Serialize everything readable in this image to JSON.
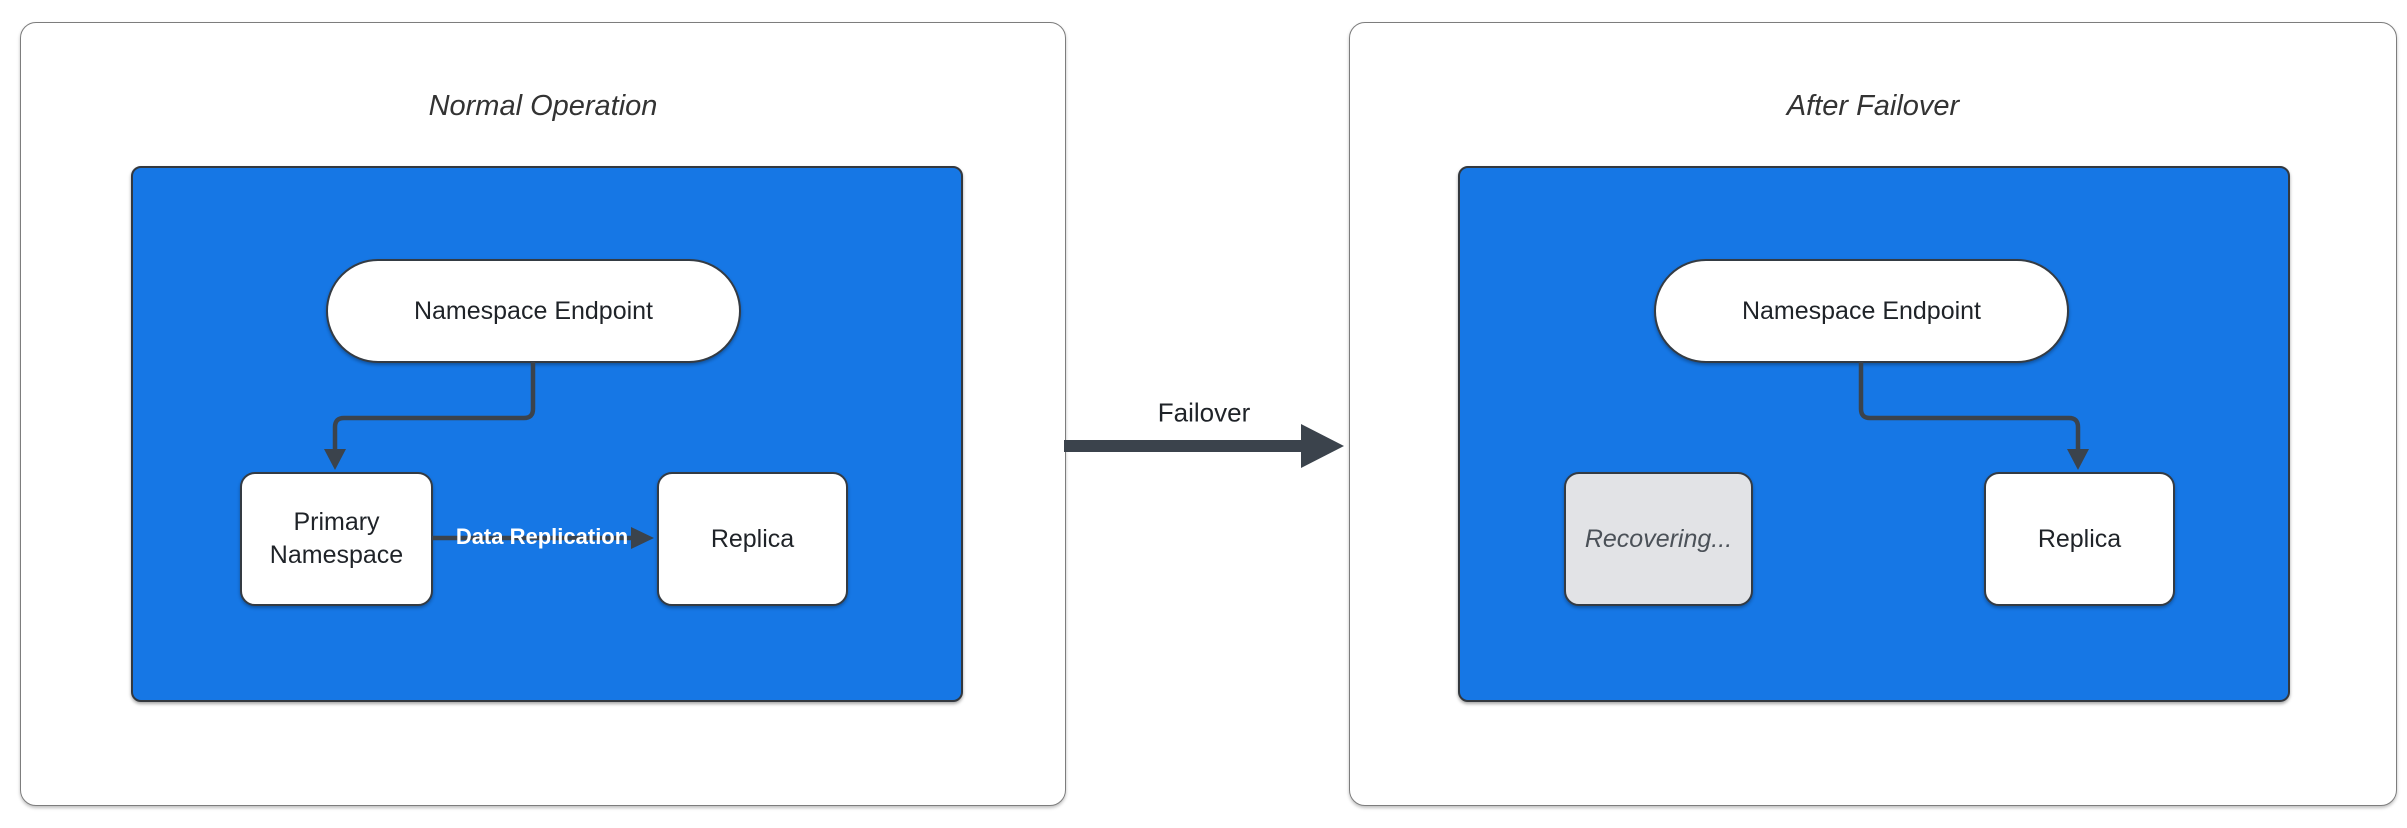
{
  "diagram": {
    "panels": [
      {
        "title": "Normal Operation",
        "nodes": {
          "endpoint": "Namespace Endpoint",
          "primary": "Primary Namespace",
          "replica": "Replica"
        },
        "edges": [
          {
            "from": "endpoint",
            "to": "primary",
            "label": ""
          },
          {
            "from": "primary",
            "to": "replica",
            "label": "Data Replication"
          }
        ],
        "replication_label": "Data Replication"
      },
      {
        "title": "After Failover",
        "nodes": {
          "endpoint": "Namespace Endpoint",
          "recovering": "Recovering...",
          "replica": "Replica"
        },
        "edges": [
          {
            "from": "endpoint",
            "to": "replica",
            "label": ""
          }
        ]
      }
    ],
    "failover_label": "Failover",
    "colors": {
      "canvas_bg": "#ffffff",
      "panel_border": "#7d7d7d",
      "title_text": "#333333",
      "subgraph_fill": "#1677e5",
      "subgraph_border": "#33383e",
      "node_fill": "#ffffff",
      "node_border": "#343b43",
      "node_text": "#1f2328",
      "recovering_fill": "#e2e3e6",
      "recovering_text": "#4b5158",
      "edge_stroke": "#3b434c",
      "replication_label_text": "#ffffff",
      "failover_label_text": "#1f2328"
    }
  }
}
